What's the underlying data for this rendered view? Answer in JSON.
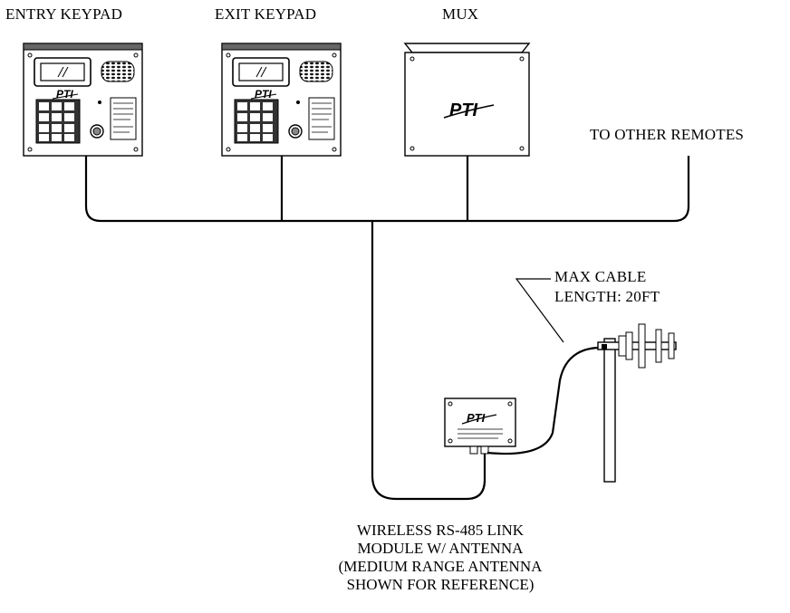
{
  "labels": {
    "entry_keypad": "ENTRY KEYPAD",
    "exit_keypad": "EXIT KEYPAD",
    "mux": "MUX",
    "to_other_remotes": "TO OTHER REMOTES",
    "max_cable_line1": "MAX CABLE",
    "max_cable_line2": "LENGTH: 20FT",
    "caption": [
      "WIRELESS RS-485 LINK",
      "MODULE W/ ANTENNA",
      "(MEDIUM RANGE ANTENNA",
      "SHOWN FOR REFERENCE)"
    ]
  },
  "logo": {
    "brand": "PTI"
  },
  "colors": {
    "line": "#000000",
    "panel": "#444444",
    "background": "#ffffff"
  },
  "icons": [
    "keypad-icon",
    "speaker-grille-icon",
    "lcd-display-icon",
    "antenna-icon",
    "mux-box-icon",
    "radio-module-icon"
  ]
}
